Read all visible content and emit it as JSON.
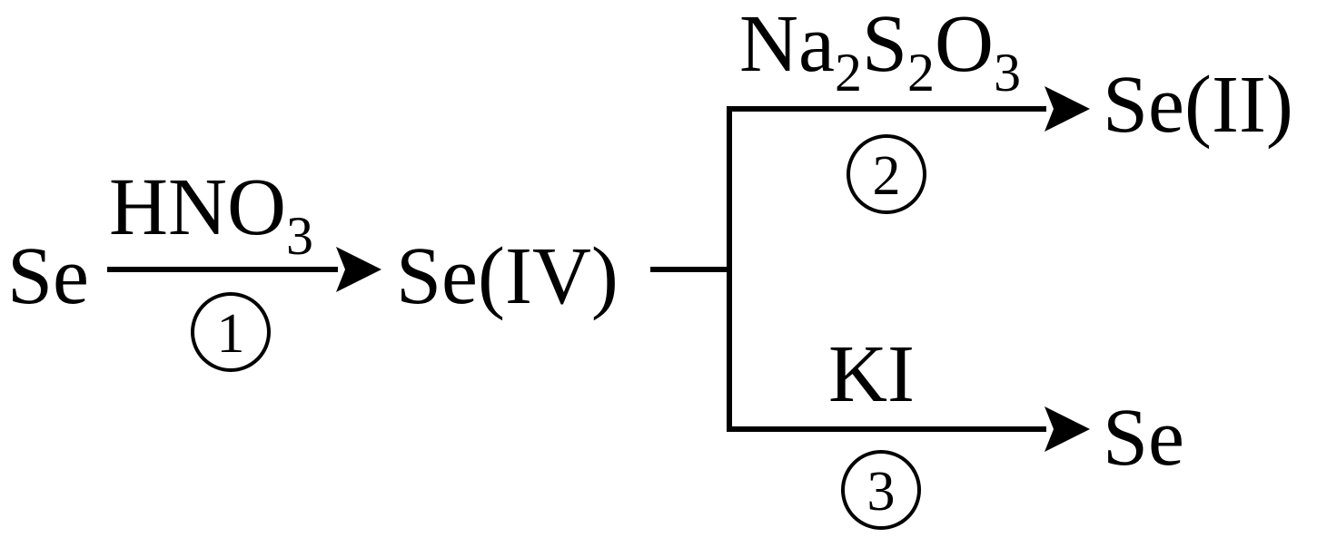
{
  "species": {
    "start": "Se",
    "intermediate": "Se(IV)",
    "product_upper": "Se(II)",
    "product_lower": "Se"
  },
  "steps": [
    {
      "number": "1",
      "reagent": {
        "parts": [
          "HNO",
          "3"
        ]
      }
    },
    {
      "number": "2",
      "reagent": {
        "parts": [
          "Na",
          "2",
          "S",
          "2",
          "O",
          "3"
        ]
      }
    },
    {
      "number": "3",
      "reagent": {
        "parts": [
          "KI"
        ]
      }
    }
  ],
  "colors": {
    "ink": "#000000",
    "background": "#ffffff"
  }
}
